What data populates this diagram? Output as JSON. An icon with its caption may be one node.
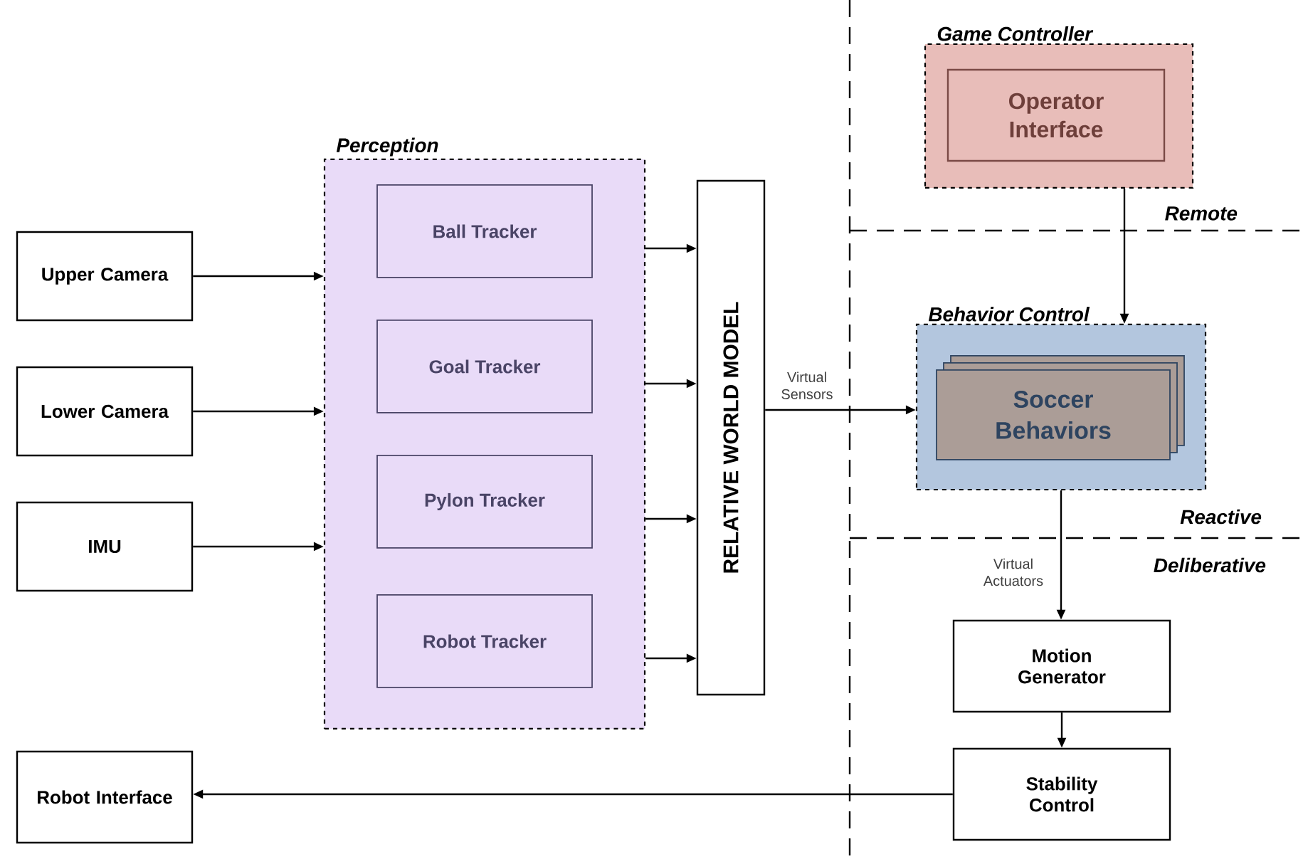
{
  "diagram": {
    "nodes": [
      {
        "text": [
          "Upper Camera"
        ]
      },
      {
        "text": [
          "Lower Camera"
        ]
      },
      {
        "text": [
          "IMU"
        ]
      },
      {
        "text": [
          "Perception"
        ]
      },
      {
        "text": [
          "Ball Tracker"
        ],
        "in": 3
      },
      {
        "text": [
          "Goal Tracker"
        ],
        "in": 3
      },
      {
        "text": [
          "Pylon Tracker"
        ],
        "in": 3
      },
      {
        "text": [
          "Robot Tracker"
        ],
        "in": 3
      },
      {
        "text": [
          "RELATIVE WORLD MODEL"
        ]
      },
      {
        "text": [
          "Game Controller"
        ]
      },
      {
        "text": [
          "Operator Interface"
        ],
        "in": 9
      },
      {
        "text": [
          "Behavior Control"
        ]
      },
      {
        "text": [
          "Soccer Behaviors"
        ],
        "in": 11
      },
      {
        "text": [
          "Motion Generator"
        ]
      },
      {
        "text": [
          "Stability Control"
        ]
      },
      {
        "text": [
          "Robot Interface"
        ]
      }
    ],
    "edges": [
      {
        "from": 0,
        "to": 3,
        "arrow": "to"
      },
      {
        "from": 1,
        "to": 3,
        "arrow": "to"
      },
      {
        "from": 2,
        "to": 3,
        "arrow": "to"
      },
      {
        "from": 3,
        "to": 8,
        "arrow": "to"
      },
      {
        "from": 3,
        "to": 8,
        "arrow": "to"
      },
      {
        "from": 3,
        "to": 8,
        "arrow": "to"
      },
      {
        "from": 3,
        "to": 8,
        "arrow": "to"
      },
      {
        "from": 8,
        "to": 11,
        "arrow": "to",
        "label": "Virtual Sensors"
      },
      {
        "from": 9,
        "to": 11,
        "arrow": "to"
      },
      {
        "from": 11,
        "to": 13,
        "arrow": "to",
        "label": "Virtual Actuators"
      },
      {
        "from": 13,
        "to": 14,
        "arrow": "to"
      },
      {
        "from": 14,
        "to": 15,
        "arrow": "to"
      }
    ],
    "labels": [
      "Remote",
      "Reactive",
      "Deliberative"
    ]
  }
}
